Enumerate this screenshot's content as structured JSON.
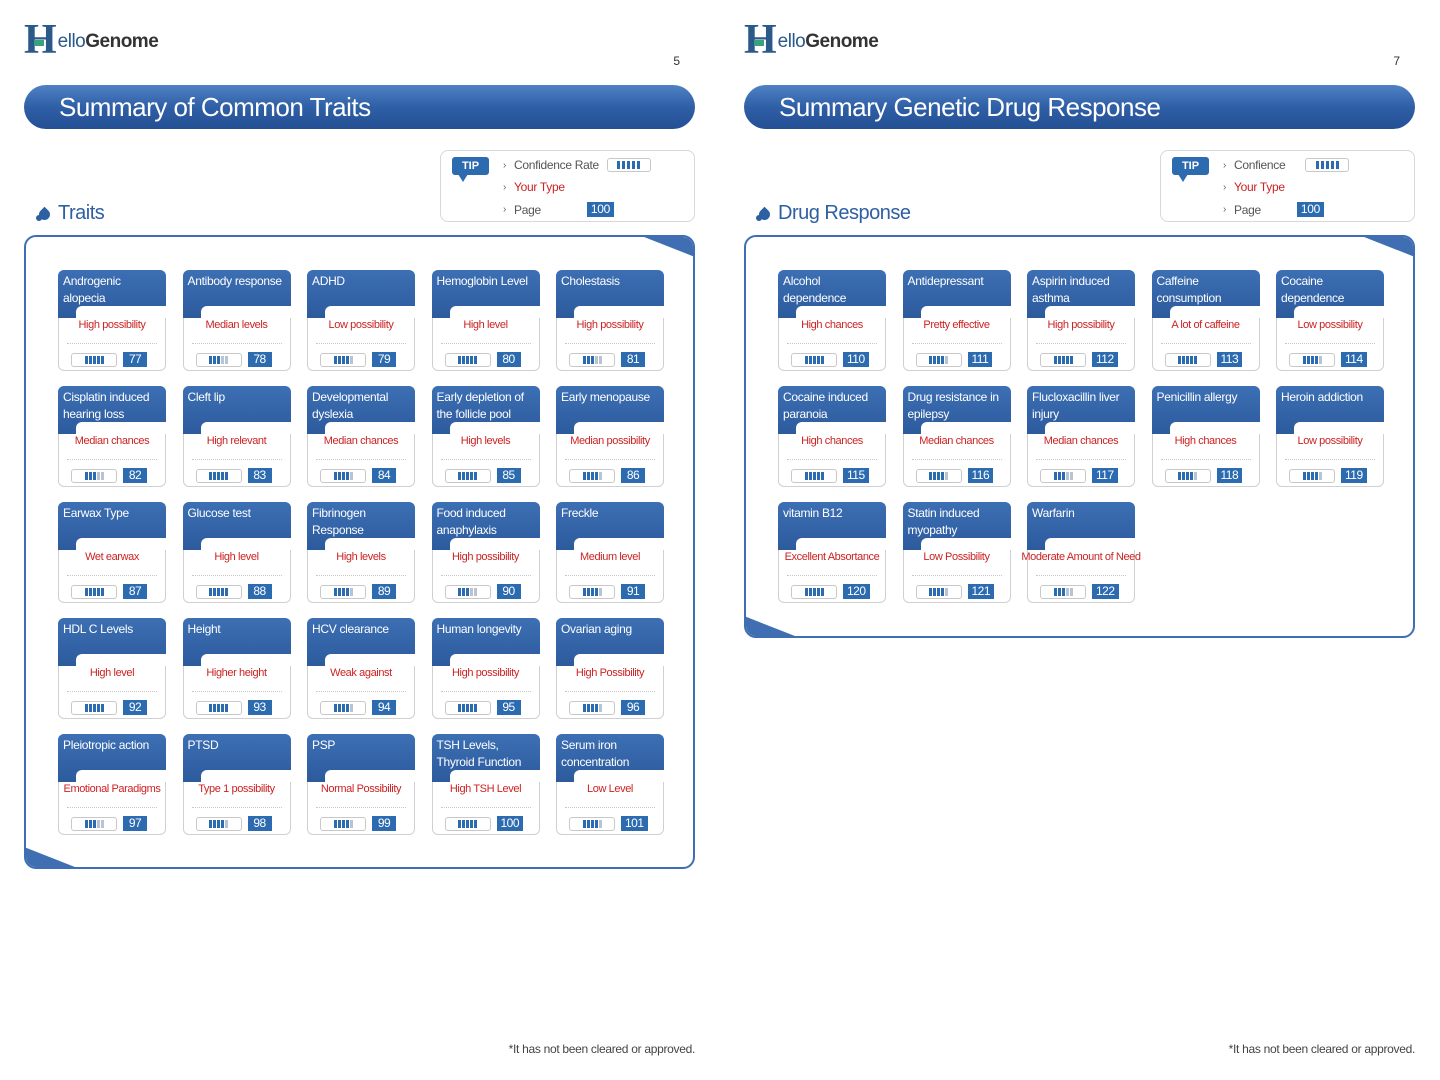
{
  "brand": {
    "h": "H",
    "ello": "ello",
    "genome": "Genome"
  },
  "left_page": {
    "page_number": "5",
    "title": "Summary of Common Traits",
    "section": "Traits",
    "tip": {
      "badge": "TIP",
      "confidence_label": "Confidence Rate",
      "your_type": "Your Type",
      "page_label": "Page",
      "page_value": "100"
    },
    "footnote": "*It has not been cleared or approved.",
    "cards": [
      {
        "name": "Androgenic alopecia",
        "result": "High possibility",
        "level": 5,
        "page": "77"
      },
      {
        "name": "Antibody response",
        "result": "Median levels",
        "level": 3,
        "page": "78"
      },
      {
        "name": "ADHD",
        "result": "Low possibility",
        "level": 4,
        "page": "79"
      },
      {
        "name": "Hemoglobin Level",
        "result": "High level",
        "level": 5,
        "page": "80"
      },
      {
        "name": "Cholestasis",
        "result": "High possibility",
        "level": 3,
        "page": "81"
      },
      {
        "name": "Cisplatin induced hearing loss",
        "result": "Median chances",
        "level": 3,
        "page": "82"
      },
      {
        "name": "Cleft lip",
        "result": "High relevant",
        "level": 5,
        "page": "83"
      },
      {
        "name": "Developmental dyslexia",
        "result": "Median chances",
        "level": 4,
        "page": "84"
      },
      {
        "name": "Early depletion of the follicle pool",
        "result": "High levels",
        "level": 5,
        "page": "85"
      },
      {
        "name": "Early menopause",
        "result": "Median possibility",
        "level": 4,
        "page": "86"
      },
      {
        "name": "Earwax Type",
        "result": "Wet earwax",
        "level": 5,
        "page": "87"
      },
      {
        "name": "Glucose test",
        "result": "High level",
        "level": 5,
        "page": "88"
      },
      {
        "name": "Fibrinogen Response",
        "result": "High levels",
        "level": 4,
        "page": "89"
      },
      {
        "name": "Food induced anaphylaxis",
        "result": "High possibility",
        "level": 3,
        "page": "90"
      },
      {
        "name": "Freckle",
        "result": "Medium level",
        "level": 4,
        "page": "91"
      },
      {
        "name": "HDL C Levels",
        "result": "High level",
        "level": 5,
        "page": "92"
      },
      {
        "name": "Height",
        "result": "Higher height",
        "level": 5,
        "page": "93"
      },
      {
        "name": "HCV clearance",
        "result": "Weak against",
        "level": 4,
        "page": "94"
      },
      {
        "name": "Human longevity",
        "result": "High possibility",
        "level": 5,
        "page": "95"
      },
      {
        "name": "Ovarian aging",
        "result": "High Possibility",
        "level": 4,
        "page": "96"
      },
      {
        "name": "Pleiotropic action",
        "result": "Emotional Paradigms",
        "level": 3,
        "page": "97"
      },
      {
        "name": "PTSD",
        "result": "Type 1 possibility",
        "level": 4,
        "page": "98"
      },
      {
        "name": "PSP",
        "result": "Normal Possibility",
        "level": 4,
        "page": "99"
      },
      {
        "name": "TSH Levels, Thyroid Function",
        "result": "High TSH Level",
        "level": 5,
        "page": "100"
      },
      {
        "name": "Serum iron concentration",
        "result": "Low Level",
        "level": 4,
        "page": "101"
      }
    ]
  },
  "right_page": {
    "page_number": "7",
    "title": "Summary Genetic Drug Response",
    "section": "Drug Response",
    "tip": {
      "badge": "TIP",
      "confidence_label": "Confience",
      "your_type": "Your Type",
      "page_label": "Page",
      "page_value": "100"
    },
    "footnote": "*It has not been cleared or approved.",
    "cards": [
      {
        "name": "Alcohol dependence",
        "result": "High chances",
        "level": 5,
        "page": "110"
      },
      {
        "name": "Antidepressant",
        "result": "Pretty effective",
        "level": 4,
        "page": "111"
      },
      {
        "name": "Aspirin induced asthma",
        "result": "High possibility",
        "level": 5,
        "page": "112"
      },
      {
        "name": "Caffeine consumption",
        "result": "A lot of caffeine",
        "level": 5,
        "page": "113"
      },
      {
        "name": "Cocaine dependence",
        "result": "Low possibility",
        "level": 4,
        "page": "114"
      },
      {
        "name": "Cocaine induced paranoia",
        "result": "High chances",
        "level": 5,
        "page": "115"
      },
      {
        "name": "Drug resistance in epilepsy",
        "result": "Median chances",
        "level": 4,
        "page": "116"
      },
      {
        "name": "Flucloxacillin liver injury",
        "result": "Median chances",
        "level": 3,
        "page": "117"
      },
      {
        "name": "Penicillin allergy",
        "result": "High chances",
        "level": 4,
        "page": "118"
      },
      {
        "name": "Heroin addiction",
        "result": "Low possibility",
        "level": 4,
        "page": "119"
      },
      {
        "name": "vitamin B12",
        "result": "Excellent Absortance",
        "level": 5,
        "page": "120"
      },
      {
        "name": "Statin induced myopathy",
        "result": "Low Possibility",
        "level": 4,
        "page": "121"
      },
      {
        "name": "Warfarin",
        "result": "Moderate Amount of Need",
        "level": 3,
        "page": "122"
      }
    ]
  },
  "colors": {
    "brand_blue": "#2d5fa3",
    "accent_red": "#cc2222",
    "leaf_green": "#3aa17a"
  }
}
